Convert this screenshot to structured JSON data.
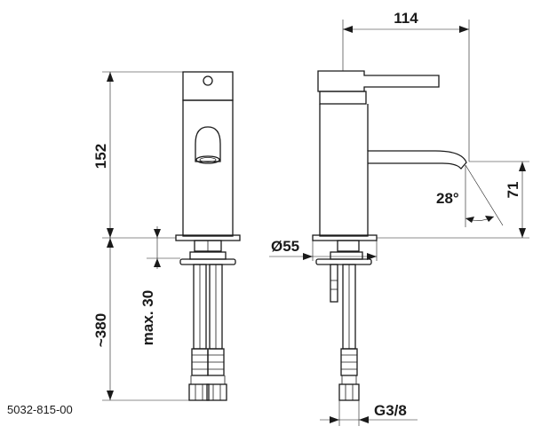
{
  "product_code": "5032-815-00",
  "dimensions": {
    "width_top": "114",
    "body_height": "152",
    "spout_height": "71",
    "spout_angle": "28°",
    "mount_diameter": "Ø55",
    "connector_length": "~380",
    "max_thickness": "max. 30",
    "thread": "G3/8"
  }
}
